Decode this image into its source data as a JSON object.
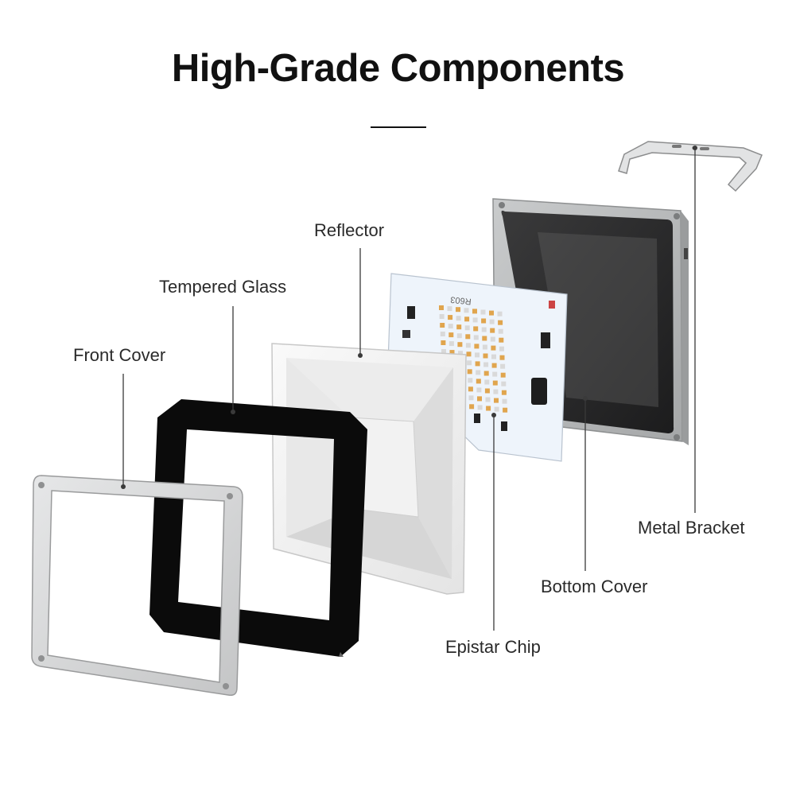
{
  "heading": {
    "title": "High-Grade Components"
  },
  "labels": {
    "front_cover": "Front Cover",
    "tempered_glass": "Tempered Glass",
    "reflector": "Reflector",
    "epistar_chip": "Epistar Chip",
    "bottom_cover": "Bottom Cover",
    "metal_bracket": "Metal Bracket"
  },
  "pcb_marking": "R603",
  "colors": {
    "text": "#111111",
    "glass": "#0b0b0b",
    "frame": "#d9dadb",
    "reflector": "#f5f5f5",
    "pcb": "#eef4fb",
    "led_warm": "#e0a54e",
    "led_white": "#d9d9d9",
    "bottom_body": "#b7b9ba",
    "bottom_window": "#2a2a2b"
  }
}
